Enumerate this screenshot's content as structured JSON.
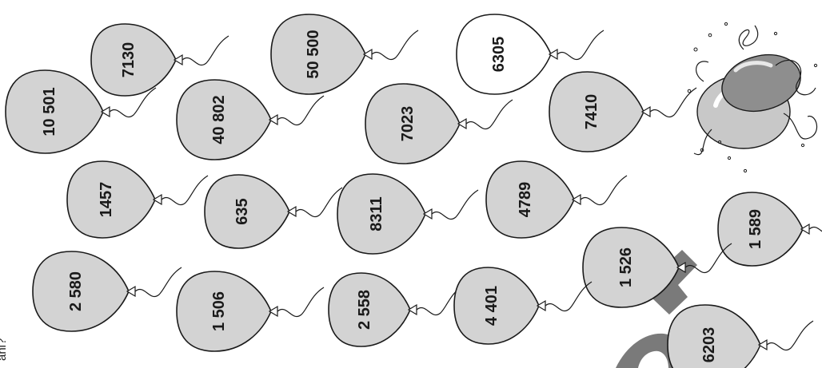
{
  "edge_text": "ahl?",
  "colors": {
    "balloon_fill": "#d3d3d3",
    "balloon_highlight": "#ffffff",
    "stroke": "#1a1a1a",
    "overlay": "#7a7a7a"
  },
  "balloons": [
    {
      "label": "7130",
      "highlighted": false
    },
    {
      "label": "10 501",
      "highlighted": false
    },
    {
      "label": "50 500",
      "highlighted": false
    },
    {
      "label": "40 802",
      "highlighted": false
    },
    {
      "label": "6305",
      "highlighted": true
    },
    {
      "label": "7023",
      "highlighted": false
    },
    {
      "label": "7410",
      "highlighted": false
    },
    {
      "label": "1457",
      "highlighted": false
    },
    {
      "label": "635",
      "highlighted": false
    },
    {
      "label": "8311",
      "highlighted": false
    },
    {
      "label": "4789",
      "highlighted": false
    },
    {
      "label": "1 589",
      "highlighted": false
    },
    {
      "label": "1 526",
      "highlighted": false
    },
    {
      "label": "2 580",
      "highlighted": false
    },
    {
      "label": "1 506",
      "highlighted": false
    },
    {
      "label": "2 558",
      "highlighted": false
    },
    {
      "label": "4 401",
      "highlighted": false
    },
    {
      "label": "6203",
      "highlighted": false
    }
  ],
  "icons": {
    "decoration": "balloon-bunch-icon"
  }
}
